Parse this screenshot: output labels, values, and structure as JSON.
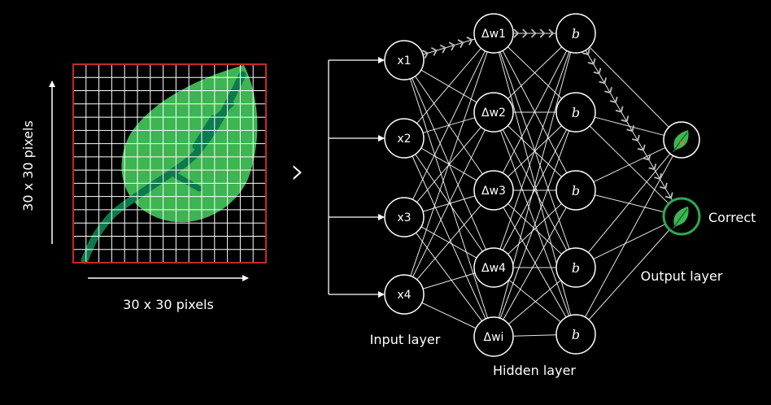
{
  "image": {
    "x_caption": "30 x 30 pixels",
    "y_caption": "30 x 30 pixels",
    "grid_cells": 15,
    "grid_color": "#c62828",
    "leaf_fill": "#3db552",
    "leaf_vein": "#0d7a4c"
  },
  "network": {
    "input_nodes": [
      "x1",
      "x2",
      "x3",
      "x4"
    ],
    "weight_nodes": [
      "Δw1",
      "Δw2",
      "Δw3",
      "Δw4",
      "Δwi"
    ],
    "bias_nodes": [
      "b",
      "b",
      "b",
      "b",
      "b"
    ],
    "output_nodes": [
      {
        "icon": "leaf-icon",
        "highlighted": false
      },
      {
        "icon": "leaf-icon",
        "highlighted": true
      }
    ],
    "input_layer_label": "Input layer",
    "hidden_layer_label": "Hidden layer",
    "output_layer_label": "Output layer",
    "correct_label": "Correct",
    "highlight_color": "#2fa84f",
    "arrow_glyph": "›"
  }
}
